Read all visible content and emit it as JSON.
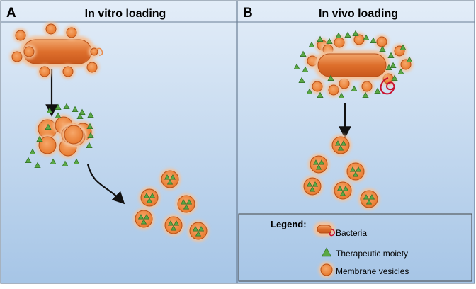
{
  "panels": {
    "a": {
      "letter": "A",
      "title": "In vitro loading"
    },
    "b": {
      "letter": "B",
      "title": "In vivo loading"
    }
  },
  "legend": {
    "title": "Legend:",
    "items": [
      {
        "key": "bacteria",
        "label": "Bacteria"
      },
      {
        "key": "moiety",
        "label": "Therapeutic moiety"
      },
      {
        "key": "vesicle",
        "label": "Membrane vesicles"
      }
    ]
  },
  "colors": {
    "panel_top": "#dfeaf6",
    "panel_bottom": "#a9c7e7",
    "panel_border": "#6b7f95",
    "vesicle_fill": "#f08a3c",
    "vesicle_stroke": "#b5501a",
    "vesicle_glow": "#f4c29a",
    "bacteria_fill": "#e07b3a",
    "triangle_fill": "#5aa845",
    "triangle_stroke": "#2f6f26",
    "arrow": "#111111",
    "pilus": "#c8102e"
  }
}
